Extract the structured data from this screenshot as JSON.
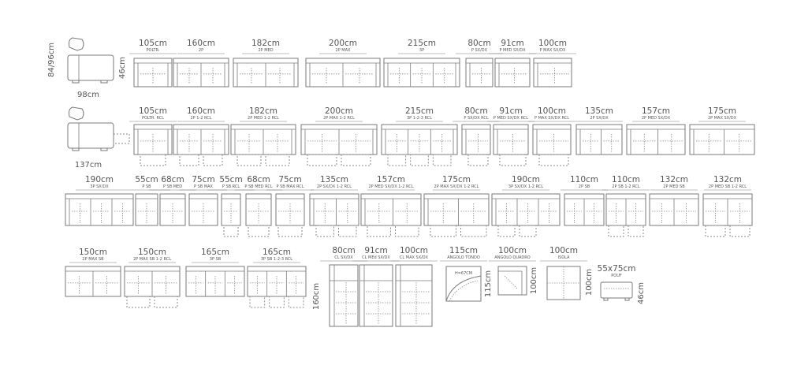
{
  "colors": {
    "line": "#7a7a7a",
    "text": "#555555",
    "dash": "#8a8a8a",
    "background": "#ffffff"
  },
  "overview_modules": [
    {
      "id": "side-view-fixed",
      "label": "98cm",
      "depth_label": "84/96cm",
      "height_label": "46cm"
    },
    {
      "id": "side-view-reclining",
      "label": "137cm"
    }
  ],
  "rows": [
    {
      "id": "row-1",
      "modules": [
        {
          "width": "105cm",
          "code": "POLTR."
        },
        {
          "width": "160cm",
          "code": "2P"
        },
        {
          "width": "182cm",
          "code": "2P MED"
        },
        {
          "width": "200cm",
          "code": "2P MAX"
        },
        {
          "width": "215cm",
          "code": "3P"
        },
        {
          "width": "80cm",
          "code": "P SX/DX"
        },
        {
          "width": "91cm",
          "code": "P MED SX/DX"
        },
        {
          "width": "100cm",
          "code": "P MAX SX/DX"
        }
      ]
    },
    {
      "id": "row-2",
      "modules": [
        {
          "width": "105cm",
          "code": "POLTR. RCL"
        },
        {
          "width": "160cm",
          "code": "2P 1-2 RCL"
        },
        {
          "width": "182cm",
          "code": "2P MED 1-2 RCL"
        },
        {
          "width": "200cm",
          "code": "2P MAX 1-2 RCL"
        },
        {
          "width": "215cm",
          "code": "3P 1-2-3 RCL"
        },
        {
          "width": "80cm",
          "code": "P SX/DX RCL"
        },
        {
          "width": "91cm",
          "code": "P MED SX/DX RCL"
        },
        {
          "width": "100cm",
          "code": "P MAX SX/DX RCL"
        },
        {
          "width": "135cm",
          "code": "2P SX/DX"
        },
        {
          "width": "157cm",
          "code": "2P MED SX/DX"
        },
        {
          "width": "175cm",
          "code": "2P MAX SX/DX"
        }
      ]
    },
    {
      "id": "row-3",
      "modules": [
        {
          "width": "190cm",
          "code": "3P SX/DX"
        },
        {
          "width": "55cm",
          "code": "P SB"
        },
        {
          "width": "68cm",
          "code": "P SB MED"
        },
        {
          "width": "75cm",
          "code": "P SB MAX"
        },
        {
          "width": "55cm",
          "code": "P SB RCL"
        },
        {
          "width": "68cm",
          "code": "P SB MED RCL"
        },
        {
          "width": "75cm",
          "code": "P SB MAX RCL"
        },
        {
          "width": "135cm",
          "code": "2P SX/DX 1-2 RCL"
        },
        {
          "width": "157cm",
          "code": "2P MED SX/DX 1-2 RCL"
        },
        {
          "width": "175cm",
          "code": "2P MAX SX/DX 1-2 RCL"
        },
        {
          "width": "190cm",
          "code": "3P SX/DX 1-2 RCL"
        },
        {
          "width": "110cm",
          "code": "2P SB"
        },
        {
          "width": "110cm",
          "code": "2P SB 1-2 RCL"
        },
        {
          "width": "132cm",
          "code": "2P MED SB"
        },
        {
          "width": "132cm",
          "code": "2P MED SB 1-2 RCL"
        }
      ]
    },
    {
      "id": "row-4",
      "modules": [
        {
          "width": "150cm",
          "code": "2P MAX SB"
        },
        {
          "width": "150cm",
          "code": "2P MAX SB 1-2 RCL"
        },
        {
          "width": "165cm",
          "code": "3P SB"
        },
        {
          "width": "165cm",
          "code": "3P SB 1-2-3 RCL"
        },
        {
          "width": "80cm",
          "code": "CL SX/DX"
        },
        {
          "width": "91cm",
          "code": "CL MEd SX/DX"
        },
        {
          "width": "100cm",
          "code": "CL MAX SX/DX"
        },
        {
          "width": "115cm",
          "code": "ANGOLO TONDO",
          "inner": "H=67CM",
          "side": "115cm"
        },
        {
          "width": "100cm",
          "code": "ANGOLO QUADRO",
          "side": "100cm"
        },
        {
          "width": "100cm",
          "code": "ISOLA",
          "side": "100cm"
        },
        {
          "width": "55x75cm",
          "code": "POUF",
          "side": "46cm"
        }
      ]
    }
  ],
  "chaise_depth_label": "160cm"
}
